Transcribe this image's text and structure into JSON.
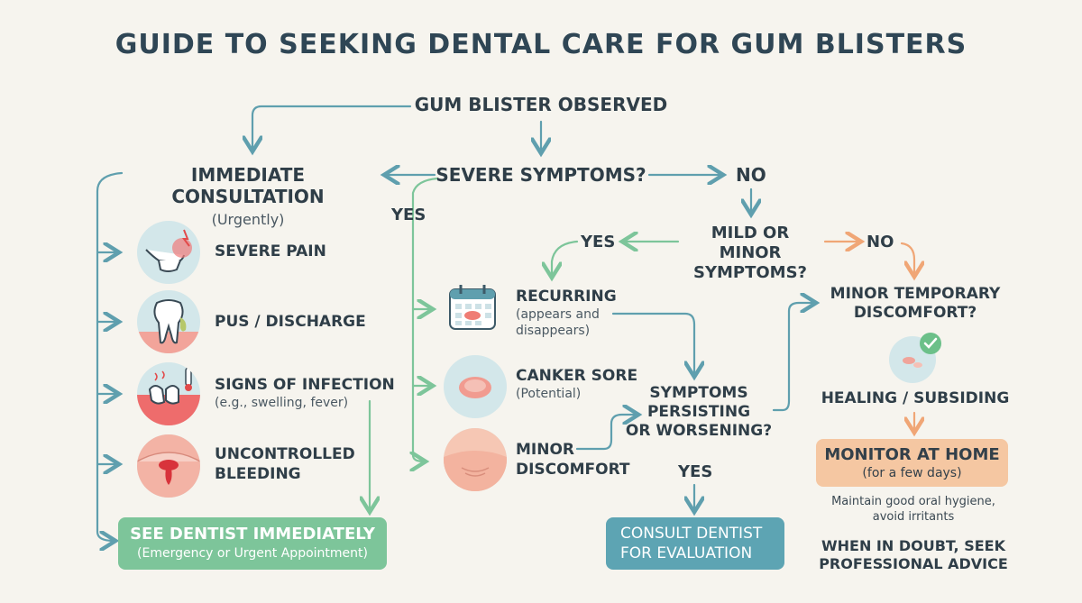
{
  "title": "GUIDE TO SEEKING DENTAL CARE FOR GUM BLISTERS",
  "start": "GUM BLISTER OBSERVED",
  "severe_q": "SEVERE SYMPTOMS?",
  "immediate": {
    "title": "IMMEDIATE CONSULTATION",
    "subtitle": "(Urgently)"
  },
  "yes_severe": "YES",
  "no_severe": "NO",
  "urgent_items": [
    {
      "label": "SEVERE PAIN",
      "icon": "jaw-pain-icon"
    },
    {
      "label": "PUS / DISCHARGE",
      "icon": "tooth-discharge-icon"
    },
    {
      "label": "SIGNS OF INFECTION",
      "sub": "(e.g., swelling, fever)",
      "icon": "infection-icon"
    },
    {
      "label_line1": "UNCONTROLLED",
      "label_line2": "BLEEDING",
      "icon": "bleeding-icon"
    }
  ],
  "see_dentist": {
    "title": "SEE DENTIST IMMEDIATELY",
    "subtitle": "(Emergency or Urgent Appointment)"
  },
  "mild_q": {
    "line1": "MILD OR MINOR",
    "line2": "SYMPTOMS?"
  },
  "yes_mild": "YES",
  "no_mild": "NO",
  "mild_items": {
    "recurring": {
      "label": "RECURRING",
      "sub1": "(appears and",
      "sub2": "disappears)",
      "icon": "calendar-icon"
    },
    "canker": {
      "label": "CANKER SORE",
      "sub": "(Potential)",
      "icon": "canker-sore-icon"
    },
    "minor": {
      "line1": "MINOR",
      "line2": "DISCOMFORT",
      "icon": "gum-discomfort-icon"
    }
  },
  "persist_q": {
    "line1": "SYMPTOMS",
    "line2": "PERSISTING",
    "line3": "OR WORSENING?"
  },
  "yes_persist": "YES",
  "consult": {
    "line1": "CONSULT DENTIST",
    "line2": "FOR EVALUATION"
  },
  "minor_temp_q": {
    "line1": "MINOR TEMPORARY",
    "line2": "DISCOMFORT?"
  },
  "healing": "HEALING / SUBSIDING",
  "monitor": {
    "title": "MONITOR AT HOME",
    "subtitle": "(for a few days)"
  },
  "hygiene": {
    "line1": "Maintain good oral hygiene,",
    "line2": "avoid irritants"
  },
  "advice": {
    "line1": "WHEN IN DOUBT, SEEK",
    "line2": "PROFESSIONAL ADVICE"
  },
  "colors": {
    "teal": "#5f9fae",
    "green": "#7dc59a",
    "orange": "#f0a676",
    "background": "#f6f4ee"
  }
}
